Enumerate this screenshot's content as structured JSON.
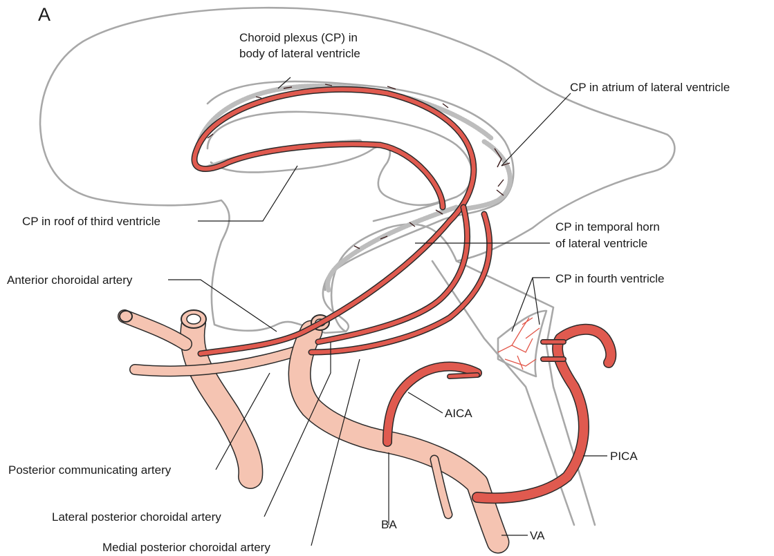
{
  "figure": {
    "panel_letter": "A",
    "labels": {
      "cp_body_line1": "Choroid plexus (CP) in",
      "cp_body_line2": "body of lateral ventricle",
      "cp_atrium": "CP in atrium of lateral ventricle",
      "cp_third": "CP in roof of third ventricle",
      "cp_temporal_line1": "CP in temporal horn",
      "cp_temporal_line2": "of lateral ventricle",
      "anterior_choroidal": "Anterior choroidal artery",
      "cp_fourth": "CP in fourth ventricle",
      "aica": "AICA",
      "pica": "PICA",
      "posterior_communicating": "Posterior communicating artery",
      "lateral_posterior_choroidal": "Lateral posterior choroidal artery",
      "ba": "BA",
      "medial_posterior_choroidal": "Medial posterior choroidal artery",
      "va": "VA"
    }
  },
  "colors": {
    "outline": "#a8a8a8",
    "artery_red": "#e05a4f",
    "artery_pink": "#f5c4b2",
    "plexus_gray": "#bdbdbd",
    "text": "#1a1a1a"
  },
  "icons": [
    "brain-outline-drawing",
    "artery-tree-drawing"
  ]
}
